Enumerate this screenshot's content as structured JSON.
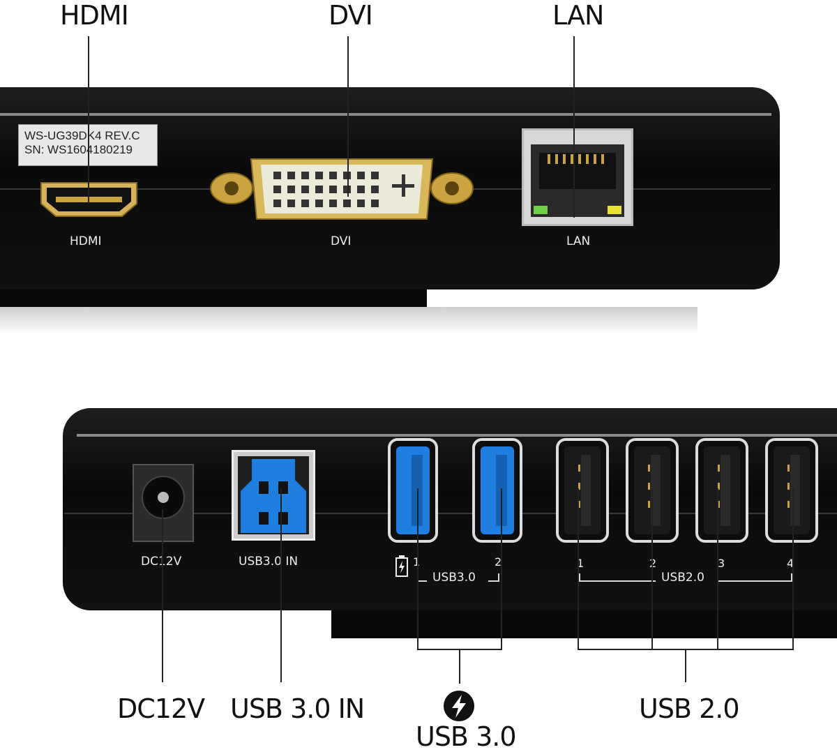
{
  "callouts": {
    "hdmi": "HDMI",
    "dvi": "DVI",
    "lan": "LAN",
    "dc": "DC12V",
    "usb3_in": "USB 3.0 IN",
    "usb3": "USB 3.0",
    "usb2": "USB 2.0"
  },
  "sticker": {
    "line1": "WS-UG39DK4 REV.C",
    "line2": "SN: WS1604180219"
  },
  "port_labels": {
    "hdmi": "HDMI",
    "dvi": "DVI",
    "lan": "LAN",
    "dc": "DC12V",
    "usb3_in": "USB3.0 IN",
    "usb3_group": "USB3.0",
    "usb2_group": "USB2.0"
  },
  "usb3_numbers": [
    "1",
    "2"
  ],
  "usb2_numbers": [
    "1",
    "2",
    "3",
    "4"
  ],
  "icons": {
    "charge": "battery-charge-icon",
    "bolt": "lightning-bolt-icon"
  },
  "colors": {
    "dock": "#0d0d0d",
    "usb3_blue": "#1e7fe0",
    "gold": "#c9a441",
    "led_green": "#6fd24a",
    "led_yellow": "#e8e030"
  }
}
